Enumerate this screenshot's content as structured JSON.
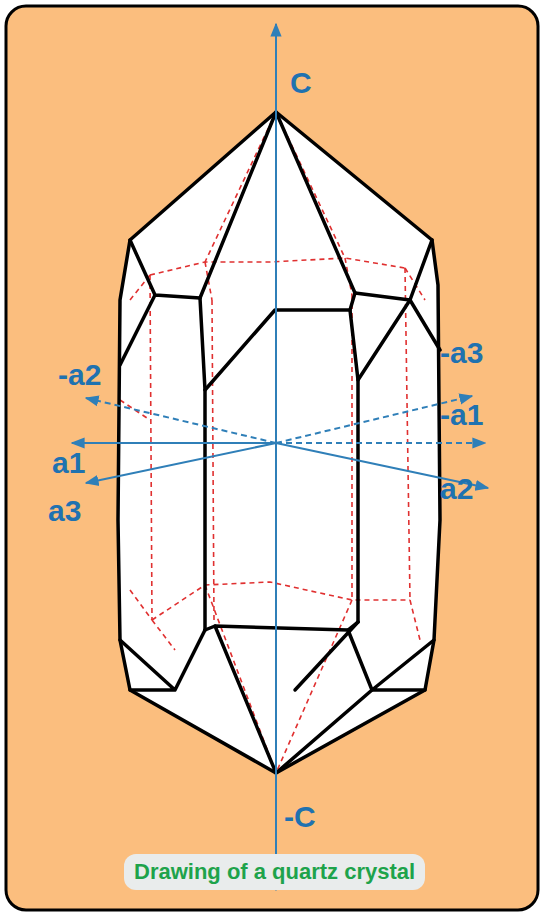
{
  "diagram": {
    "caption": "Drawing of a quartz crystal",
    "labels": [
      "C",
      "-a2",
      "-a3",
      "-a1",
      "a1",
      "a2",
      "a3",
      "-C"
    ]
  }
}
